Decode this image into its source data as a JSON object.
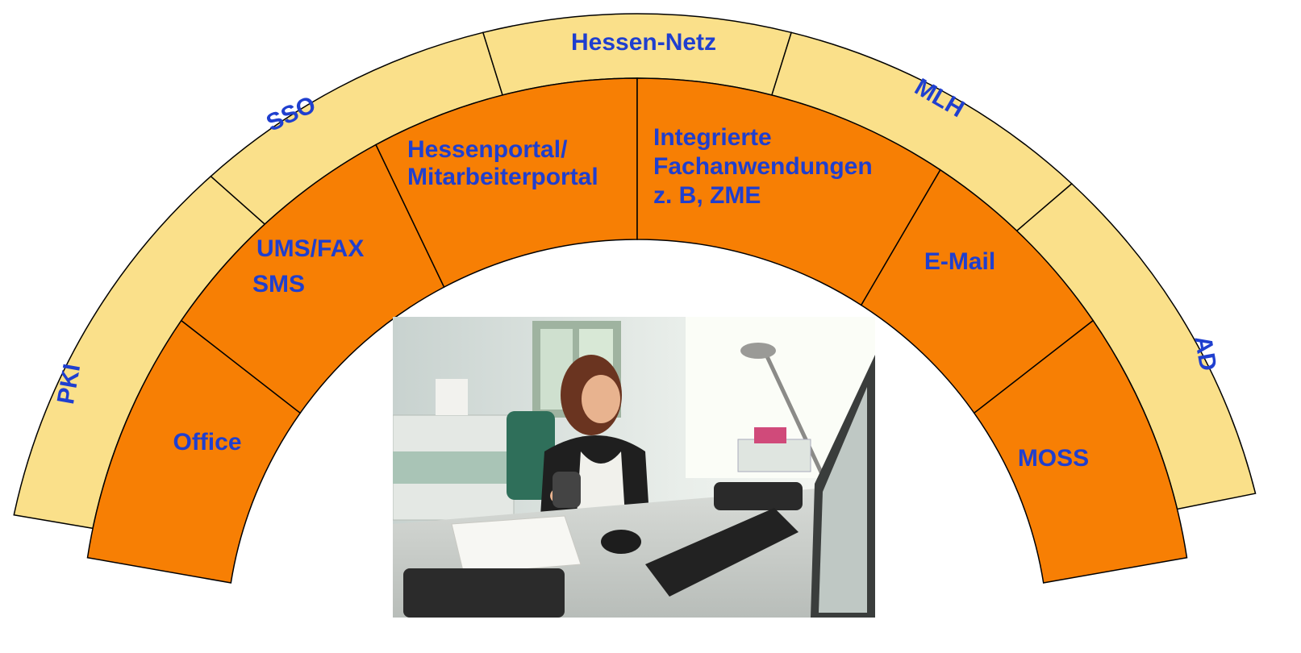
{
  "colors": {
    "outer_ring_fill": "#fae08a",
    "inner_ring_fill": "#f77f04",
    "label_color": "#1f3fcf",
    "outline": "#000000",
    "background": "#ffffff"
  },
  "outer_ring": {
    "segments": [
      "PKI",
      "SSO",
      "Hessen-Netz",
      "MLH",
      "AD"
    ]
  },
  "inner_ring": {
    "segments": [
      [
        "Office"
      ],
      [
        "UMS/FAX",
        "SMS"
      ],
      [
        "Hessenportal/",
        "Mitarbeiterportal"
      ],
      [
        "Integrierte",
        "Fachanwendungen",
        "z. B, ZME"
      ],
      [
        "E-Mail"
      ],
      [
        "MOSS"
      ]
    ]
  },
  "photo": {
    "description_icon": "office-worker-photo"
  }
}
